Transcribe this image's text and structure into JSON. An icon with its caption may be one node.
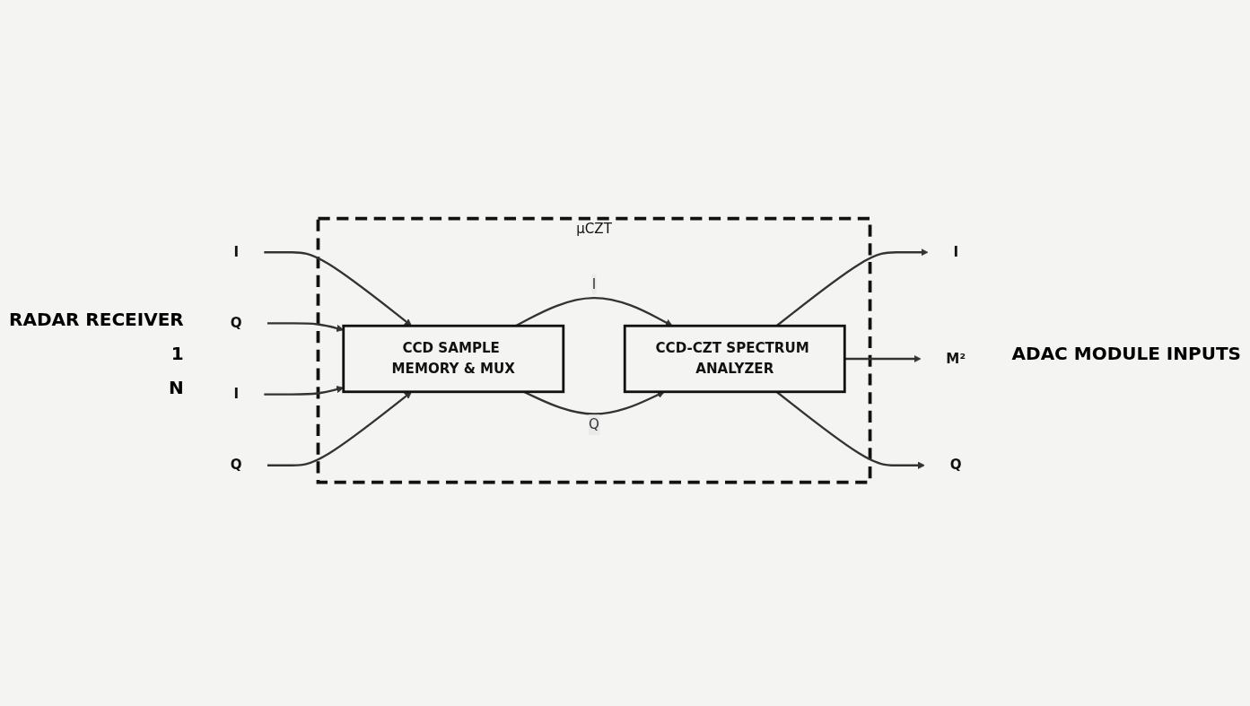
{
  "diagram": {
    "nodes": [
      {
        "text": [
          "μCZT"
        ]
      },
      {
        "text": [
          "CCD SAMPLE MEMORY & MUX"
        ],
        "in": 0
      },
      {
        "text": [
          "CCD-CZT SPECTRUM ANALYZER"
        ],
        "in": 0
      },
      {
        "text": [
          "I"
        ]
      },
      {
        "text": [
          "Q"
        ]
      },
      {
        "text": [
          "I"
        ]
      },
      {
        "text": [
          "Q"
        ]
      },
      {
        "text": [
          "I"
        ]
      },
      {
        "text": [
          "M²"
        ]
      },
      {
        "text": [
          "Q"
        ]
      }
    ],
    "edges": [
      {
        "from": 3,
        "to": 1,
        "arrow": "to"
      },
      {
        "from": 4,
        "to": 1,
        "arrow": "to"
      },
      {
        "from": 5,
        "to": 1,
        "arrow": "to"
      },
      {
        "from": 6,
        "to": 1,
        "arrow": "to"
      },
      {
        "from": 1,
        "to": 2,
        "label": "I",
        "arrow": "to"
      },
      {
        "from": 1,
        "to": 2,
        "label": "Q",
        "arrow": "to"
      },
      {
        "from": 2,
        "to": 7,
        "arrow": "to"
      },
      {
        "from": 2,
        "to": 8,
        "arrow": "to"
      },
      {
        "from": 2,
        "to": 9,
        "arrow": "to"
      }
    ],
    "labels": [
      "RADAR RECEIVER",
      "1",
      "N",
      "ADAC MODULE INPUTS"
    ]
  }
}
